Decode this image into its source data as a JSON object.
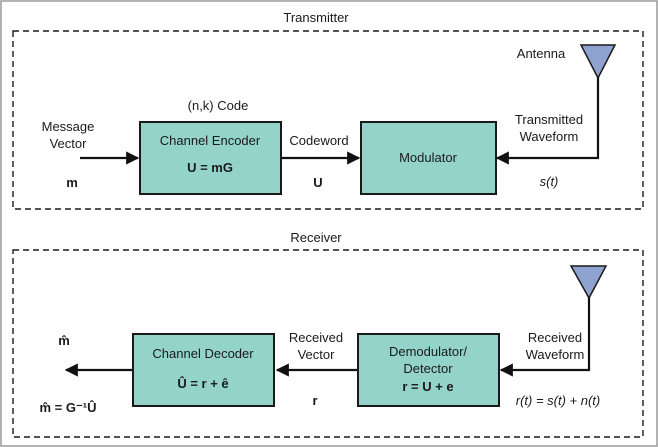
{
  "colors": {
    "box_fill": "#93d3c9",
    "antenna_fill": "#8ea3cf",
    "frame": "#9a9a9a",
    "line": "#111111"
  },
  "transmitter": {
    "title": "Transmitter",
    "code_label": "(n,k) Code",
    "message_vector": [
      "Message",
      "Vector"
    ],
    "message_symbol": "m",
    "channel_encoder": {
      "title": "Channel Encoder",
      "equation": "U = mG"
    },
    "codeword_label": "Codeword",
    "codeword_symbol": "U",
    "modulator": {
      "title": "Modulator"
    },
    "transmitted_waveform": [
      "Transmitted",
      "Waveform"
    ],
    "signal": "s(t)",
    "antenna_label": "Antenna"
  },
  "receiver": {
    "title": "Receiver",
    "received_waveform": [
      "Received",
      "Waveform"
    ],
    "received_signal": "r(t) = s(t) + n(t)",
    "demodulator": {
      "line1": "Demodulator/",
      "line2": "Detector",
      "equation": "r = U + e"
    },
    "received_vector": [
      "Received",
      "Vector"
    ],
    "received_symbol": "r",
    "channel_decoder": {
      "title": "Channel Decoder",
      "equation": "Û = r + ê"
    },
    "output_symbol": "m̂",
    "output_equation": "m̂ = G⁻¹Û"
  }
}
